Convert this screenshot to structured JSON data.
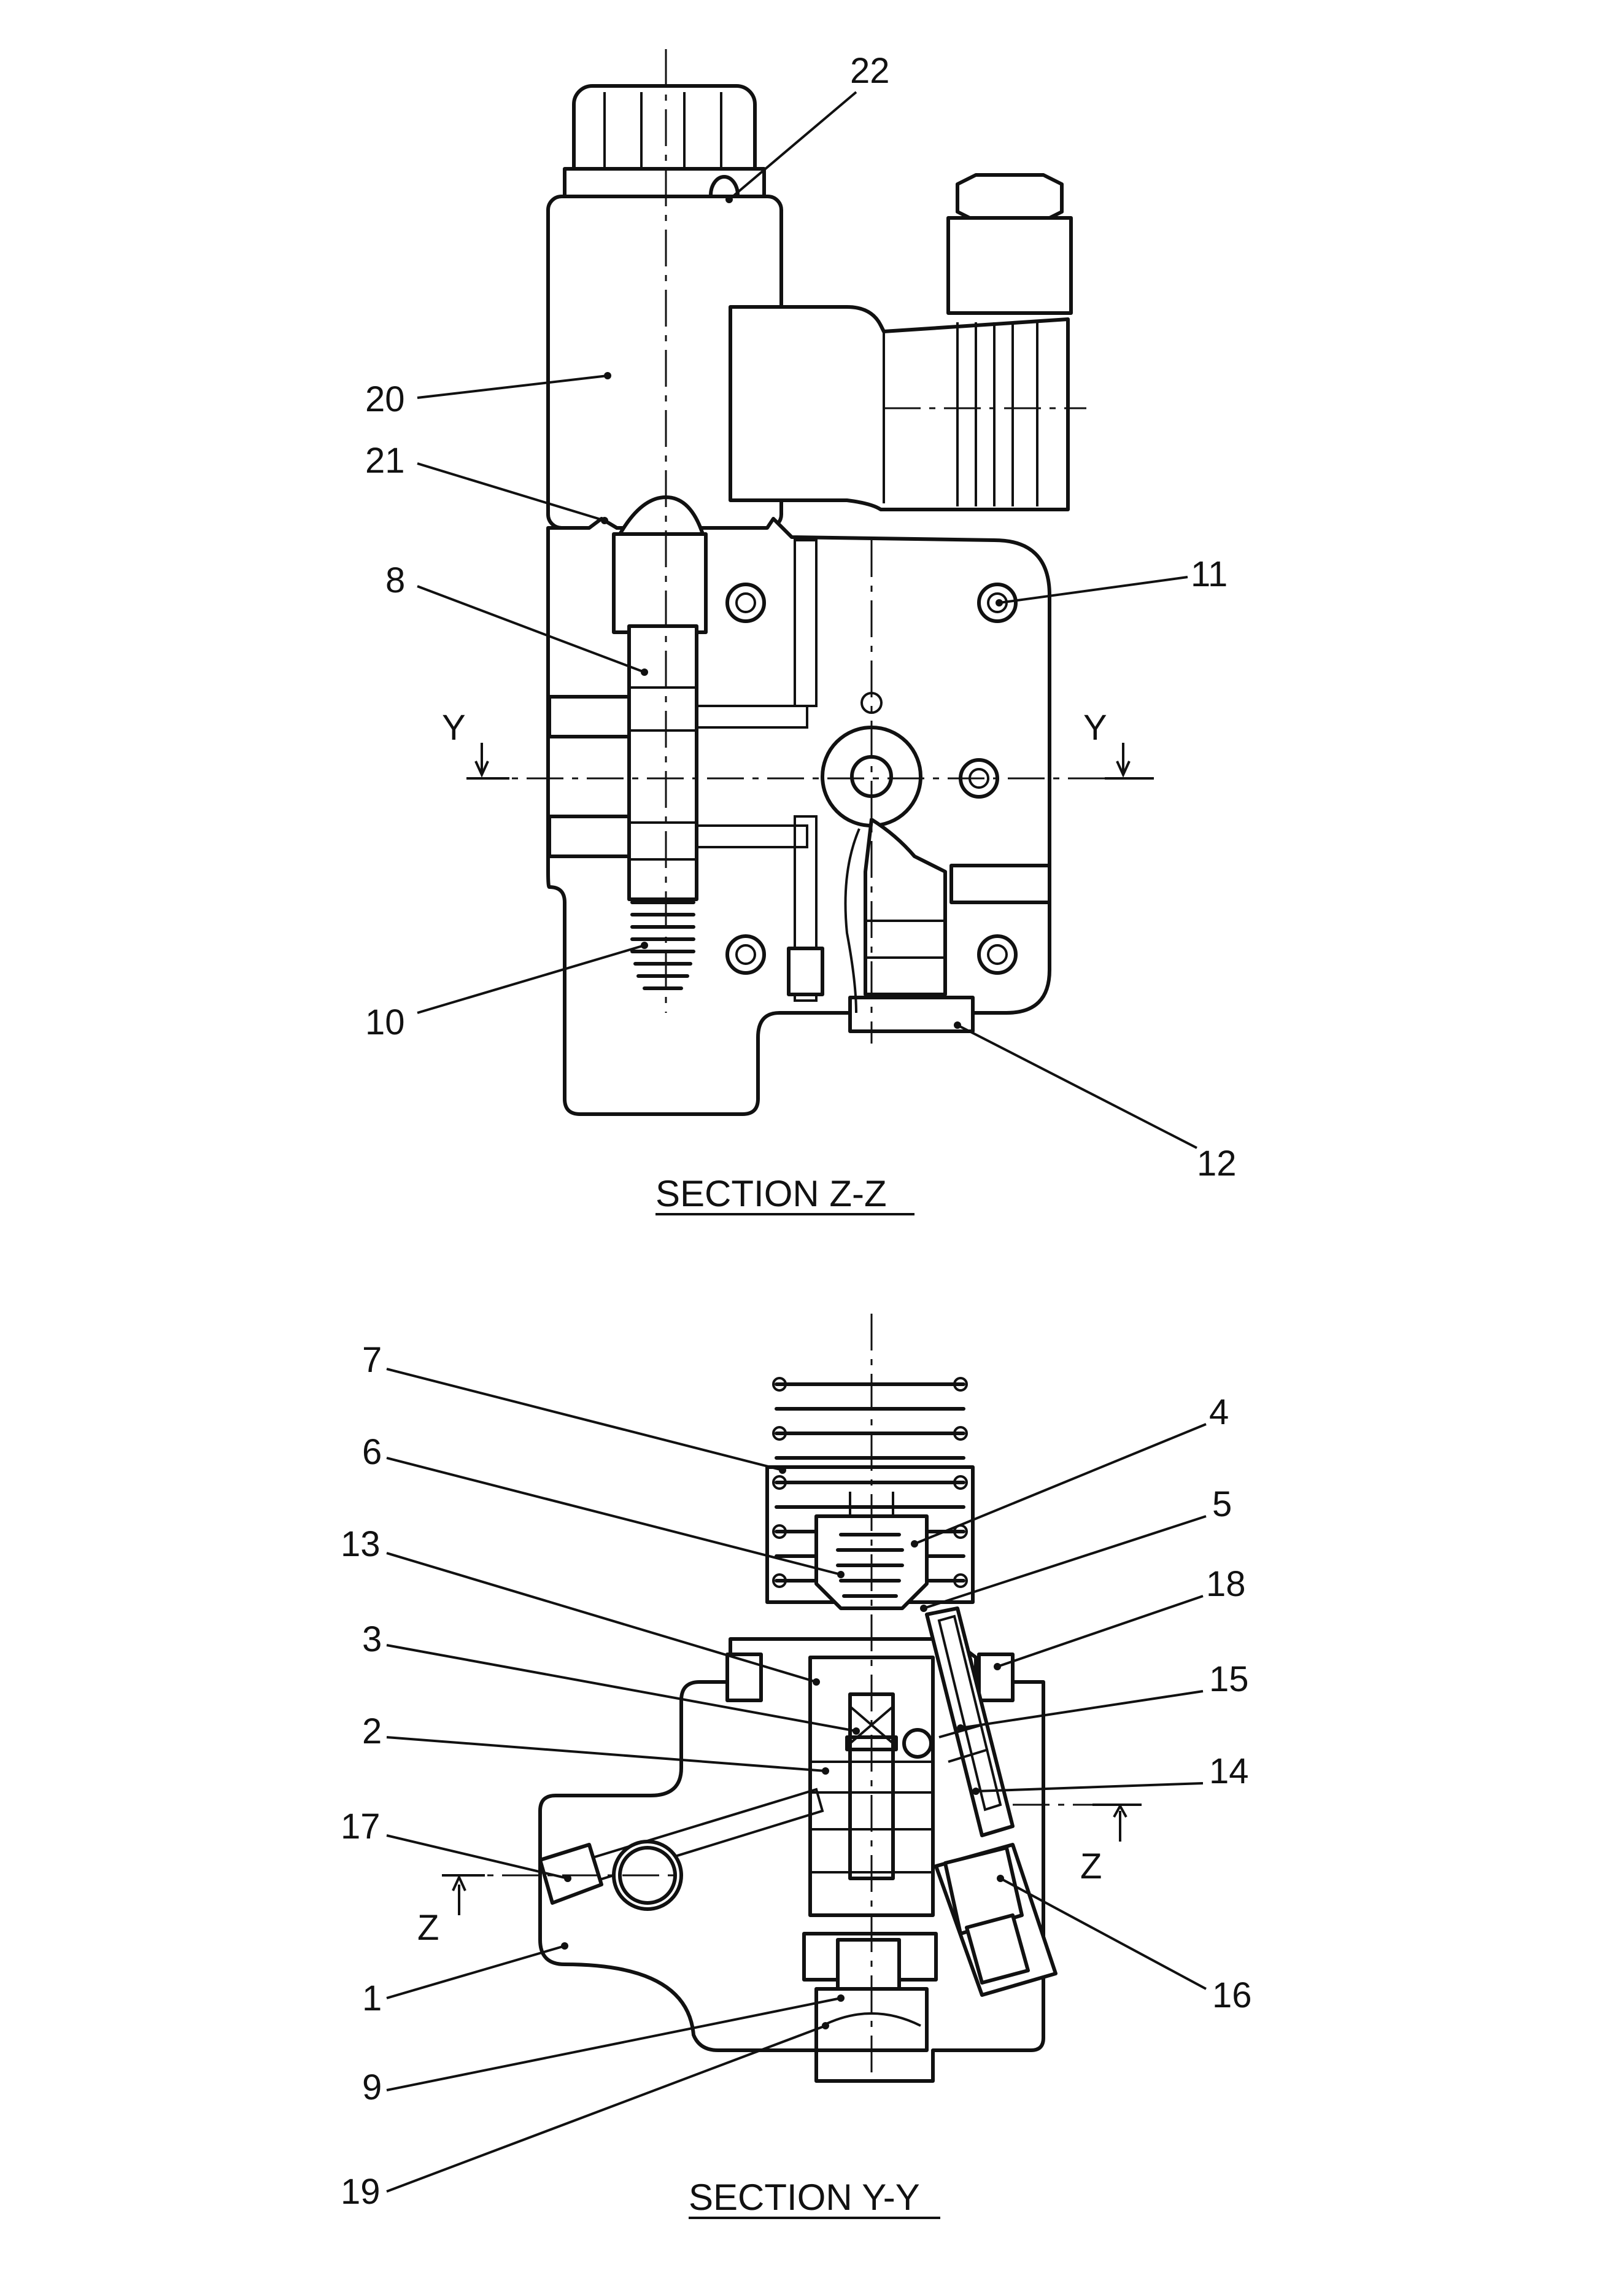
{
  "section_z": {
    "caption": "SECTION Z-Z",
    "callouts": [
      "22",
      "20",
      "21",
      "8",
      "11",
      "10",
      "12"
    ],
    "cut_marks": [
      "Y",
      "Y"
    ]
  },
  "section_y": {
    "caption": "SECTION Y-Y",
    "callouts": [
      "7",
      "4",
      "6",
      "5",
      "13",
      "18",
      "3",
      "15",
      "2",
      "14",
      "17",
      "1",
      "16",
      "9",
      "19"
    ],
    "cut_marks": [
      "Z",
      "Z"
    ]
  }
}
